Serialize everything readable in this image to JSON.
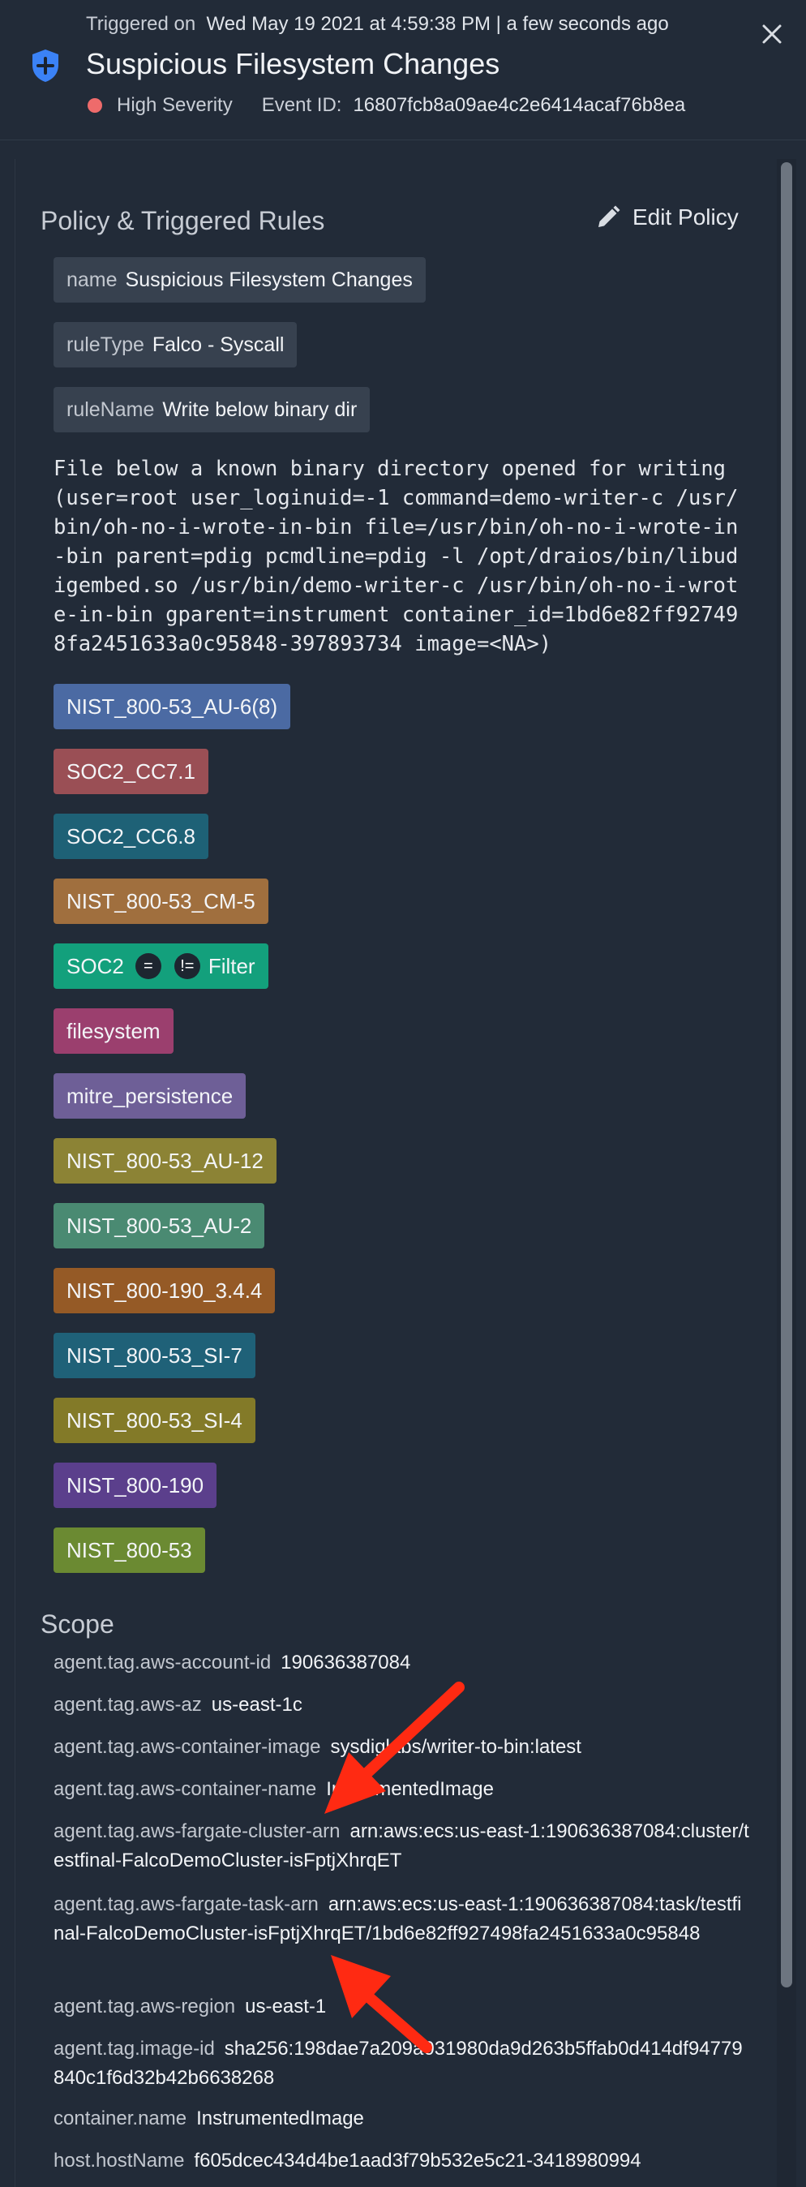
{
  "header": {
    "triggered_prefix": "Triggered on",
    "triggered_value": "Wed May 19 2021 at 4:59:38 PM | a few seconds ago",
    "title": "Suspicious Filesystem Changes",
    "severity": "High Severity",
    "event_id_label": "Event ID:",
    "event_id": "16807fcb8a09ae4c2e6414acaf76b8ea"
  },
  "policy": {
    "section_title": "Policy & Triggered Rules",
    "edit_label": "Edit Policy",
    "name_key": "name",
    "name_val": "Suspicious Filesystem Changes",
    "ruletype_key": "ruleType",
    "ruletype_val": "Falco - Syscall",
    "rulename_key": "ruleName",
    "rulename_val": "Write below binary dir",
    "output": "File below a known binary directory opened for writing (user=root user_loginuid=-1 command=demo-writer-c /usr/bin/oh-no-i-wrote-in-bin file=/usr/bin/oh-no-i-wrote-in-bin parent=pdig pcmdline=pdig -l /opt/draios/bin/libudigembed.so /usr/bin/demo-writer-c /usr/bin/oh-no-i-wrote-in-bin gparent=instrument container_id=1bd6e82ff927498fa2451633a0c95848-397893734 image=<NA>)"
  },
  "tags": [
    {
      "label": "NIST_800-53_AU-6(8)",
      "color": "#4b6aa3"
    },
    {
      "label": "SOC2_CC7.1",
      "color": "#9a4f55"
    },
    {
      "label": "SOC2_CC6.8",
      "color": "#1e6176"
    },
    {
      "label": "NIST_800-53_CM-5",
      "color": "#a06f3e"
    },
    {
      "label": "SOC2",
      "color": "#13a07c",
      "op_eq": "=",
      "op_neq": "!=",
      "filter": "Filter"
    },
    {
      "label": "filesystem",
      "color": "#9b3f6e"
    },
    {
      "label": "mitre_persistence",
      "color": "#6e5f97"
    },
    {
      "label": "NIST_800-53_AU-12",
      "color": "#8c8335"
    },
    {
      "label": "NIST_800-53_AU-2",
      "color": "#4a8a72"
    },
    {
      "label": "NIST_800-190_3.4.4",
      "color": "#955a26"
    },
    {
      "label": "NIST_800-53_SI-7",
      "color": "#1f6178"
    },
    {
      "label": "NIST_800-53_SI-4",
      "color": "#837a28"
    },
    {
      "label": "NIST_800-190",
      "color": "#5b3f8c"
    },
    {
      "label": "NIST_800-53",
      "color": "#6b8a32"
    }
  ],
  "scope": {
    "title": "Scope",
    "rows": [
      {
        "k": "agent.tag.aws-account-id",
        "v": "190636387084"
      },
      {
        "k": "agent.tag.aws-az",
        "v": "us-east-1c"
      },
      {
        "k": "agent.tag.aws-container-image",
        "v": "sysdiglabs/writer-to-bin:latest"
      },
      {
        "k": "agent.tag.aws-container-name",
        "v": "InstrumentedImage"
      },
      {
        "k": "agent.tag.aws-fargate-cluster-arn",
        "v": "arn:aws:ecs:us-east-1:190636387084:cluster/testfinal-FalcoDemoCluster-isFptjXhrqET"
      },
      {
        "k": "agent.tag.aws-fargate-task-arn",
        "v": "arn:aws:ecs:us-east-1:190636387084:task/testfinal-FalcoDemoCluster-isFptjXhrqET/1bd6e82ff927498fa2451633a0c95848"
      },
      {
        "k": "agent.tag.aws-region",
        "v": "us-east-1"
      },
      {
        "k": "agent.tag.image-id",
        "v": "sha256:198dae7a209a031980da9d263b5ffab0d414df94779840c1f6d32b42b6638268"
      },
      {
        "k": "container.name",
        "v": "InstrumentedImage"
      },
      {
        "k": "host.hostName",
        "v": "f605dcec434d4be1aad3f79b532e5c21-3418980994"
      }
    ]
  },
  "colors": {
    "background": "#222b38",
    "chip": "#37414f",
    "severity": "#ee6b6b",
    "shield": "#3b82f6",
    "arrow": "#ff2a12"
  }
}
